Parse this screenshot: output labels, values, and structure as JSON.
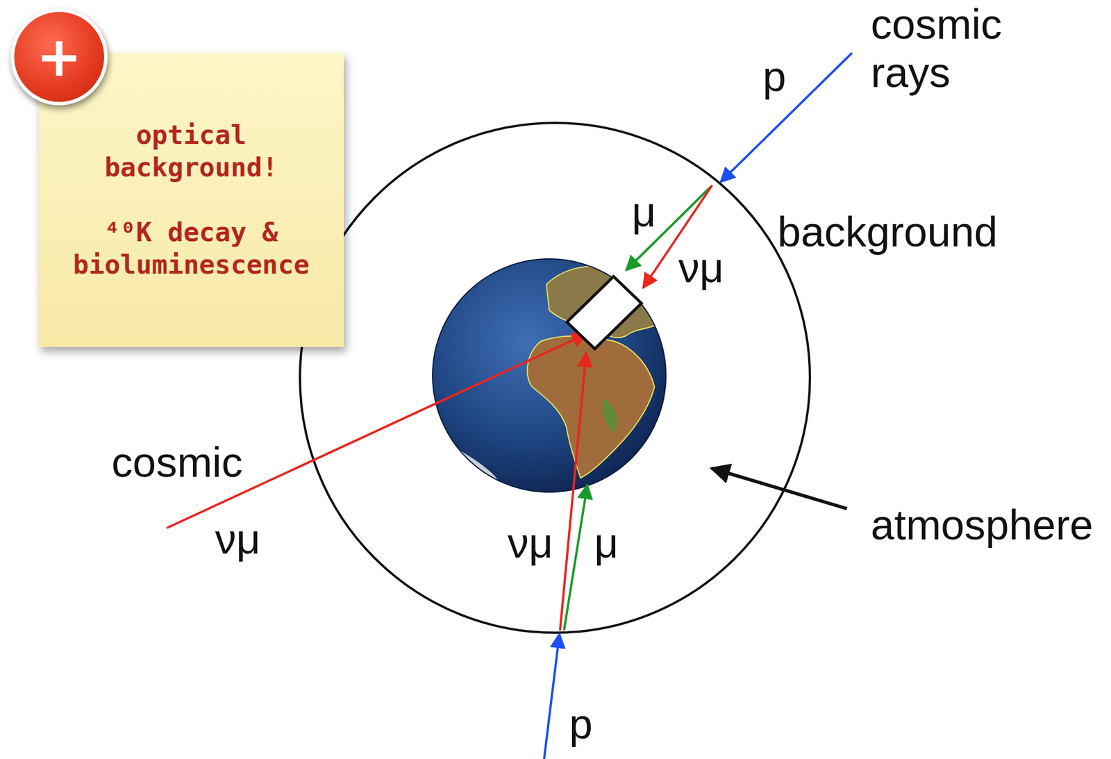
{
  "diagram": {
    "nodes": [
      {
        "text": [
          "+"
        ]
      },
      {
        "text": [
          "optical background!",
          "⁴⁰K decay & bioluminescence"
        ]
      }
    ],
    "labels": [
      "cosmic rays",
      "p",
      "μ",
      "νμ",
      "background",
      "cosmic",
      "νμ",
      "νμ",
      "μ",
      "atmosphere",
      "p"
    ]
  }
}
